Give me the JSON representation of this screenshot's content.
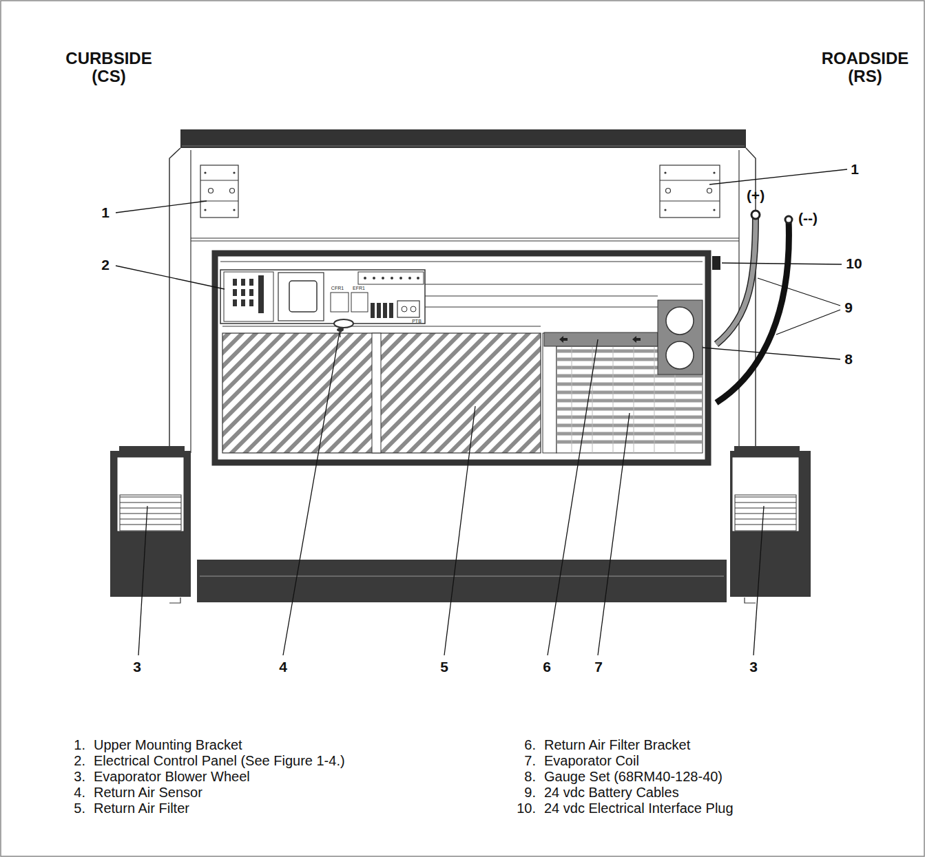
{
  "diagram": {
    "labels": [
      "CURBSIDE (CS)",
      "ROADSIDE (RS)",
      "1",
      "1",
      "2",
      "10",
      "9",
      "8",
      "3",
      "4",
      "5",
      "6",
      "7",
      "3",
      "(+)",
      "(--)",
      "CFR1",
      "EFR1",
      "PTB",
      "1.",
      "Upper Mounting Bracket",
      "2.",
      "Electrical Control Panel (See Figure 1-4.)",
      "3.",
      "Evaporator Blower Wheel",
      "4.",
      "Return Air Sensor",
      "5.",
      "Return Air Filter",
      "6.",
      "Return Air Filter Bracket",
      "7.",
      "Evaporator Coil",
      "8.",
      "Gauge Set (68RM40-128-40)",
      "9.",
      "24 vdc Battery Cables",
      "10.",
      "24 vdc Electrical Interface Plug"
    ]
  }
}
